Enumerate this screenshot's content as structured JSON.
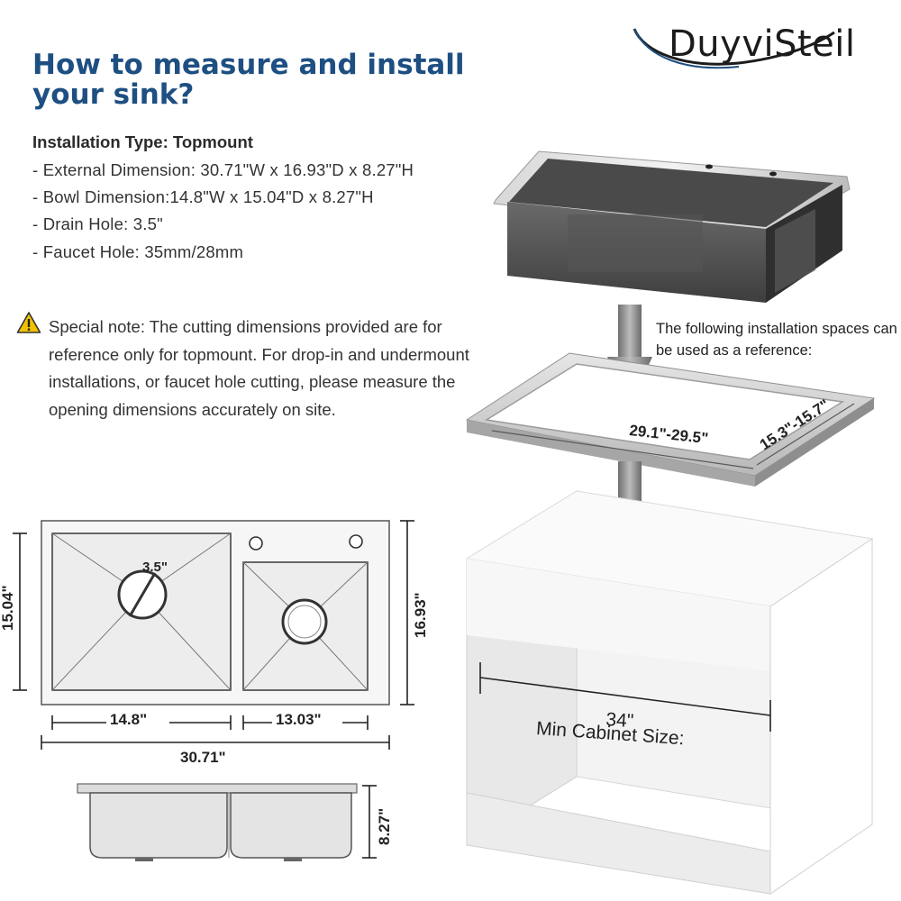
{
  "brand": {
    "name": "DuyviSteil"
  },
  "title": "How to measure and install your sink?",
  "specs": {
    "installation_type": "Installation Type: Topmount",
    "lines": [
      "- External Dimension: 30.71\"W x 16.93\"D x 8.27\"H",
      "- Bowl Dimension:14.8\"W x 15.04\"D x 8.27\"H",
      "- Drain Hole: 3.5\"",
      "- Faucet Hole: 35mm/28mm"
    ]
  },
  "note": "Special note: The cutting dimensions provided are for reference only for topmount. For drop-in and undermount installations, or faucet hole cutting, please measure the opening dimensions accurately on site.",
  "install_caption": "The following installation spaces can be used as a reference:",
  "cutout": {
    "width_label": "29.1\"-29.5\"",
    "depth_label": "15.3\"-15.7\""
  },
  "cabinet": {
    "width_label": "34\"",
    "caption": "Min Cabinet Size:"
  },
  "top_view": {
    "drain_label": "3.5\"",
    "bowl_depth_label": "15.04\"",
    "overall_depth_label": "16.93\"",
    "left_bowl_width_label": "14.8\"",
    "right_bowl_width_label": "13.03\"",
    "overall_width_label": "30.71\""
  },
  "side_view": {
    "height_label": "8.27\""
  },
  "icons": {
    "warning": "warning-icon",
    "logo_swoosh": "swoosh-icon"
  },
  "colors": {
    "title": "#1e4f82",
    "warning": "#f2c200"
  }
}
